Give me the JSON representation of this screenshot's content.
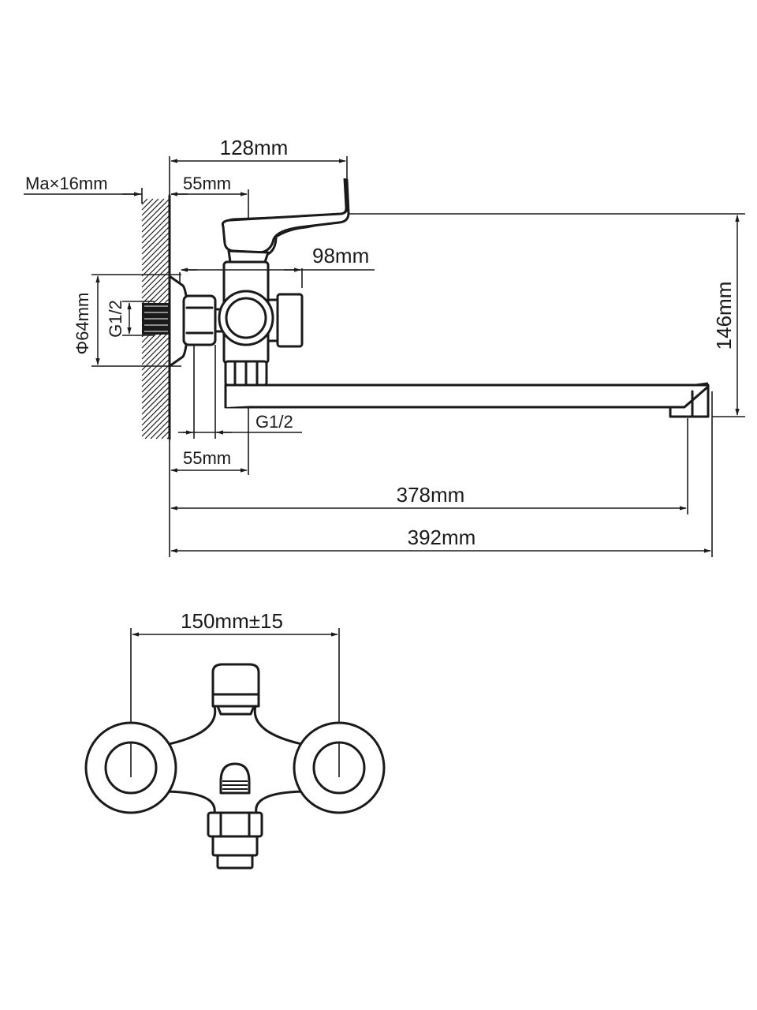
{
  "side_view": {
    "dim_128": "128mm",
    "dim_ma16": "Ma×16mm",
    "dim_55_top": "55mm",
    "dim_98": "98mm",
    "dim_phi64": "Φ64mm",
    "dim_g12_left": "G1/2",
    "dim_g12_bottom": "G1/2",
    "dim_55_bottom": "55mm",
    "dim_146": "146mm",
    "dim_378": "378mm",
    "dim_392": "392mm"
  },
  "front_view": {
    "dim_150": "150mm±15"
  },
  "colors": {
    "line": "#1a1a1a",
    "background": "#ffffff"
  }
}
